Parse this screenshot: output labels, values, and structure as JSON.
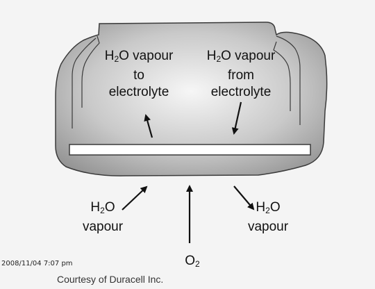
{
  "labels": {
    "left_line1_main": "H",
    "left_line1_sub": "2",
    "left_line1_rest": "O vapour",
    "left_line2": "to",
    "left_line3": "electrolyte",
    "right_line1_main": "H",
    "right_line1_sub": "2",
    "right_line1_rest": "O vapour",
    "right_line2": "from",
    "right_line3": "electrolyte",
    "bottom_left_main": "H",
    "bottom_left_sub": "2",
    "bottom_left_rest": "O",
    "bottom_left_line2": "vapour",
    "bottom_right_main": "H",
    "bottom_right_sub": "2",
    "bottom_right_rest": "O",
    "bottom_right_line2": "vapour",
    "oxygen_main": "O",
    "oxygen_sub": "2"
  },
  "timestamp": "2008/11/04 7:07 pm",
  "credit": "Courtesy of Duracell Inc.",
  "colors": {
    "background": "#f4f4f4",
    "outline": "#3a3a3a",
    "arrow": "#111111",
    "cell_fill_light": "#f8f8f8",
    "cell_fill_dark": "#8c8c8c"
  }
}
